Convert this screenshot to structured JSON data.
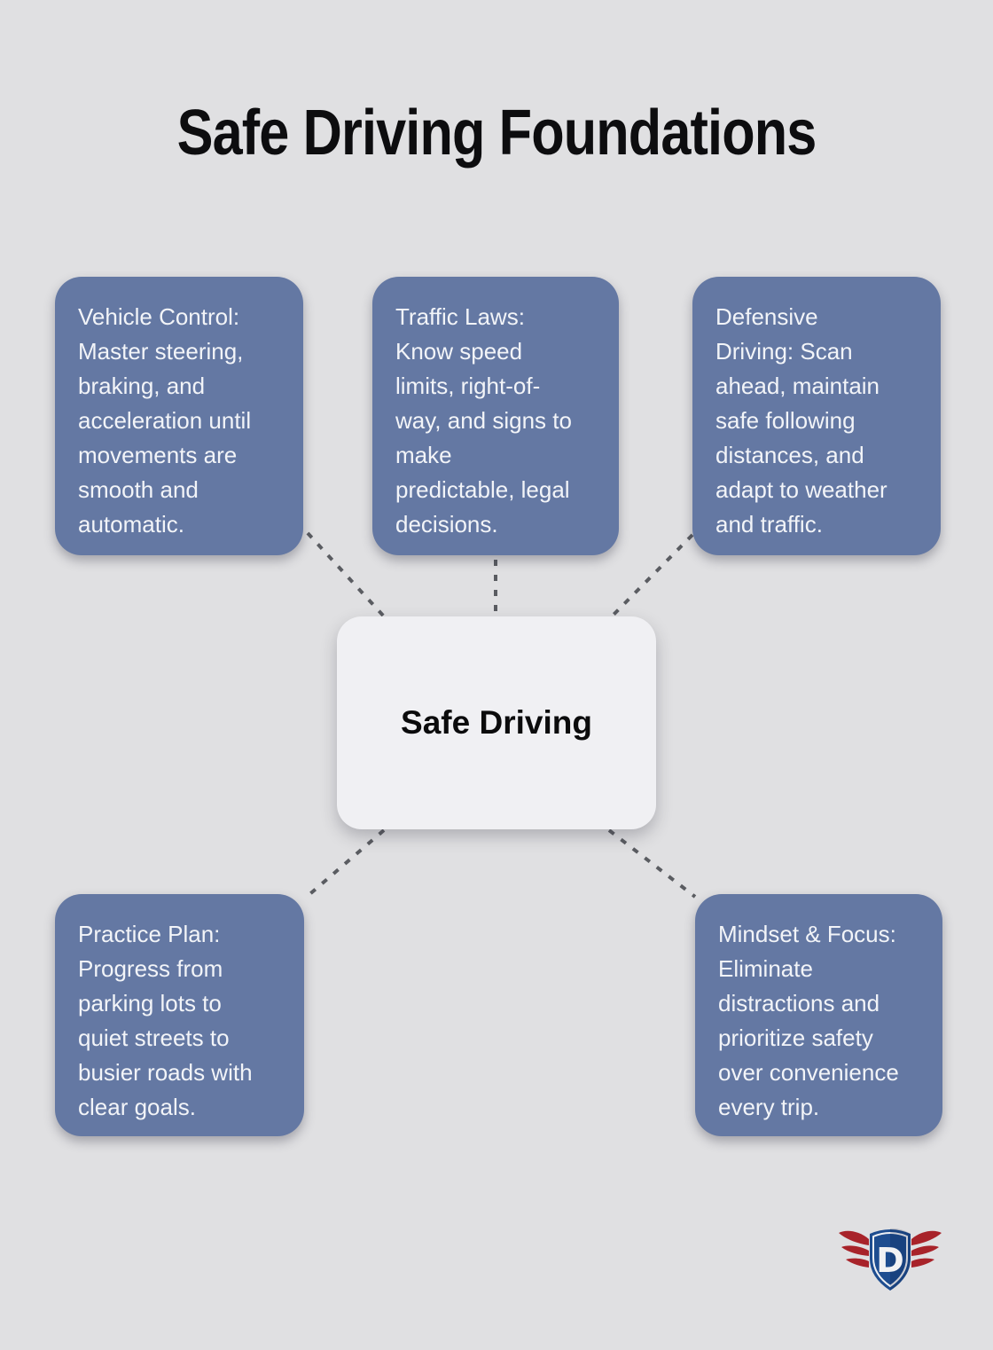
{
  "page": {
    "background_color": "#e0e0e2",
    "title": "Safe Driving Foundations",
    "title_color": "#0d0d0f"
  },
  "center_node": {
    "label": "Safe Driving",
    "background_color": "#f0f0f3",
    "text_color": "#0b0b0c"
  },
  "cards": [
    {
      "id": "vehicle-control",
      "text": "Vehicle Control:\nMaster steering,\nbraking, and\nacceleration until\nmovements are\nsmooth and\nautomatic."
    },
    {
      "id": "traffic-laws",
      "text": "Traffic Laws:\nKnow speed\nlimits, right-of-\nway, and signs to\nmake\npredictable, legal\ndecisions."
    },
    {
      "id": "defensive-driving",
      "text": "Defensive\nDriving: Scan\nahead, maintain\nsafe following\ndistances, and\nadapt to weather\nand traffic."
    },
    {
      "id": "practice-plan",
      "text": "Practice Plan:\nProgress from\nparking lots to\nquiet streets to\nbusier roads with\nclear goals."
    },
    {
      "id": "mindset-focus",
      "text": "Mindset & Focus:\nEliminate\ndistractions and\nprioritize safety\nover convenience\nevery trip."
    }
  ],
  "card_style": {
    "background_color": "#6478a3",
    "text_color": "#f2f4f8"
  },
  "connector_style": {
    "color": "#5a5c61",
    "pattern": "dashed"
  },
  "logo": {
    "letter": "D",
    "shield_color": "#1e4d90",
    "wing_color": "#a8232a"
  }
}
